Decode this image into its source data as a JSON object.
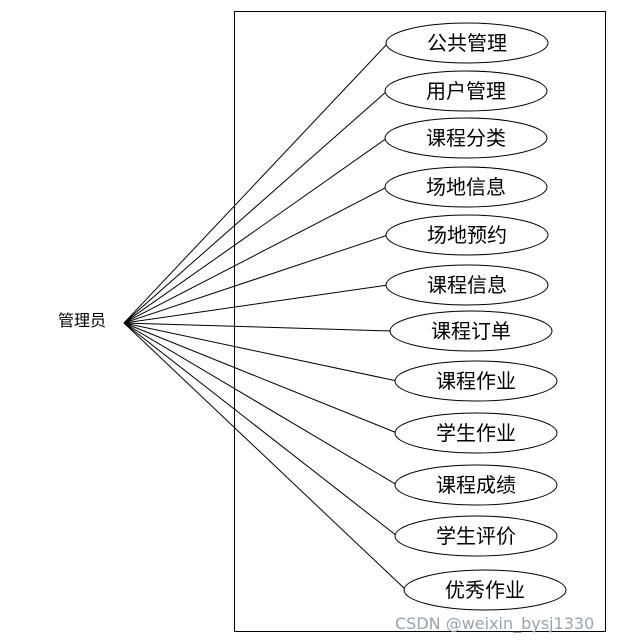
{
  "actor": {
    "label": "管理员"
  },
  "use_cases": [
    {
      "label": "公共管理"
    },
    {
      "label": "用户管理"
    },
    {
      "label": "课程分类"
    },
    {
      "label": "场地信息"
    },
    {
      "label": "场地预约"
    },
    {
      "label": "课程信息"
    },
    {
      "label": "课程订单"
    },
    {
      "label": "课程作业"
    },
    {
      "label": "学生作业"
    },
    {
      "label": "课程成绩"
    },
    {
      "label": "学生评价"
    },
    {
      "label": "优秀作业"
    }
  ],
  "watermark": "CSDN @weixin_bysj1330"
}
